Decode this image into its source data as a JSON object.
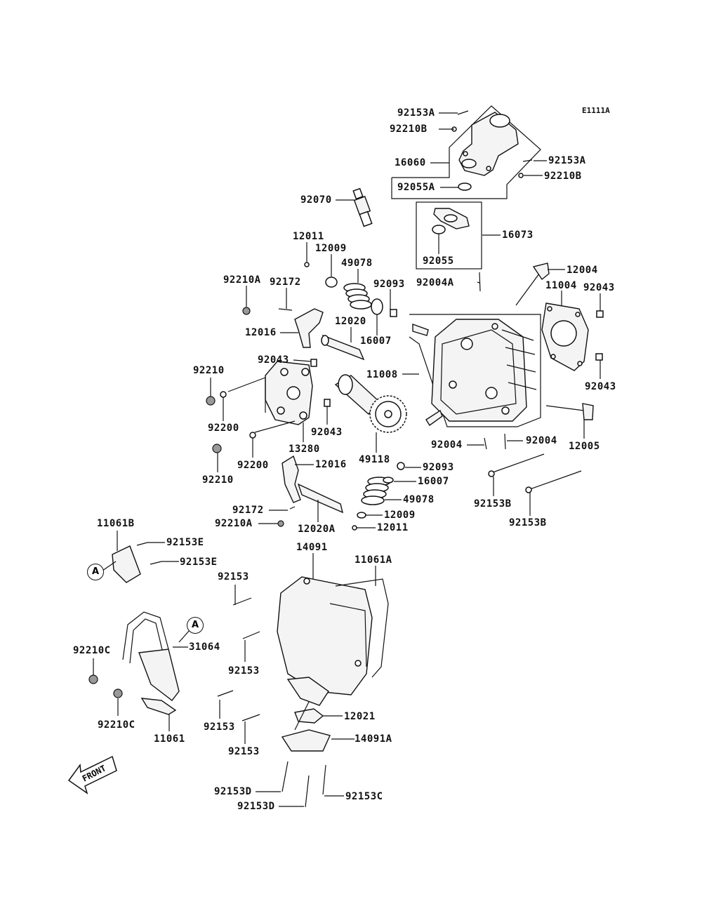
{
  "diagram_code": "E1111A",
  "front_label": "FRONT",
  "callout_marker": "A",
  "labels": {
    "p92153A_top": "92153A",
    "p92210B_top": "92210B",
    "p16060": "16060",
    "p92153A_right": "92153A",
    "p92210B_right": "92210B",
    "p92055A": "92055A",
    "p92070": "92070",
    "p16073": "16073",
    "p92055": "92055",
    "p12011_top": "12011",
    "p12009_top": "12009",
    "p49078_top": "49078",
    "p92210A_top": "92210A",
    "p92172_top": "92172",
    "p92093_top": "92093",
    "p92004A": "92004A",
    "p12004": "12004",
    "p11004": "11004",
    "p92043_right1": "92043",
    "p12016_top": "12016",
    "p12020": "12020",
    "p16007_top": "16007",
    "p92043_mid": "92043",
    "p11008": "11008",
    "p92043_right2": "92043",
    "p92210_left1": "92210",
    "p92200_left1": "92200",
    "p92043_low": "92043",
    "p13280": "13280",
    "p92200_left2": "92200",
    "p49118": "49118",
    "p92004_left": "92004",
    "p92004_right": "92004",
    "p12005": "12005",
    "p92210_left2": "92210",
    "p12016_low": "12016",
    "p92093_low": "92093",
    "p16007_low": "16007",
    "p49078_low": "49078",
    "p92153B_left": "92153B",
    "p92153B_right": "92153B",
    "p92172_low": "92172",
    "p92210A_low": "92210A",
    "p12020A": "12020A",
    "p12009_low": "12009",
    "p12011_low": "12011",
    "p11061B": "11061B",
    "p92153E_1": "92153E",
    "p92153E_2": "92153E",
    "p14091": "14091",
    "p11061A": "11061A",
    "p92153_1": "92153",
    "p31064": "31064",
    "p92210C_1": "92210C",
    "p92153_2": "92153",
    "p92210C_2": "92210C",
    "p11061": "11061",
    "p92153_3": "92153",
    "p12021": "12021",
    "p14091A": "14091A",
    "p92153_4": "92153",
    "p92153D_1": "92153D",
    "p92153C": "92153C",
    "p92153D_2": "92153D"
  }
}
